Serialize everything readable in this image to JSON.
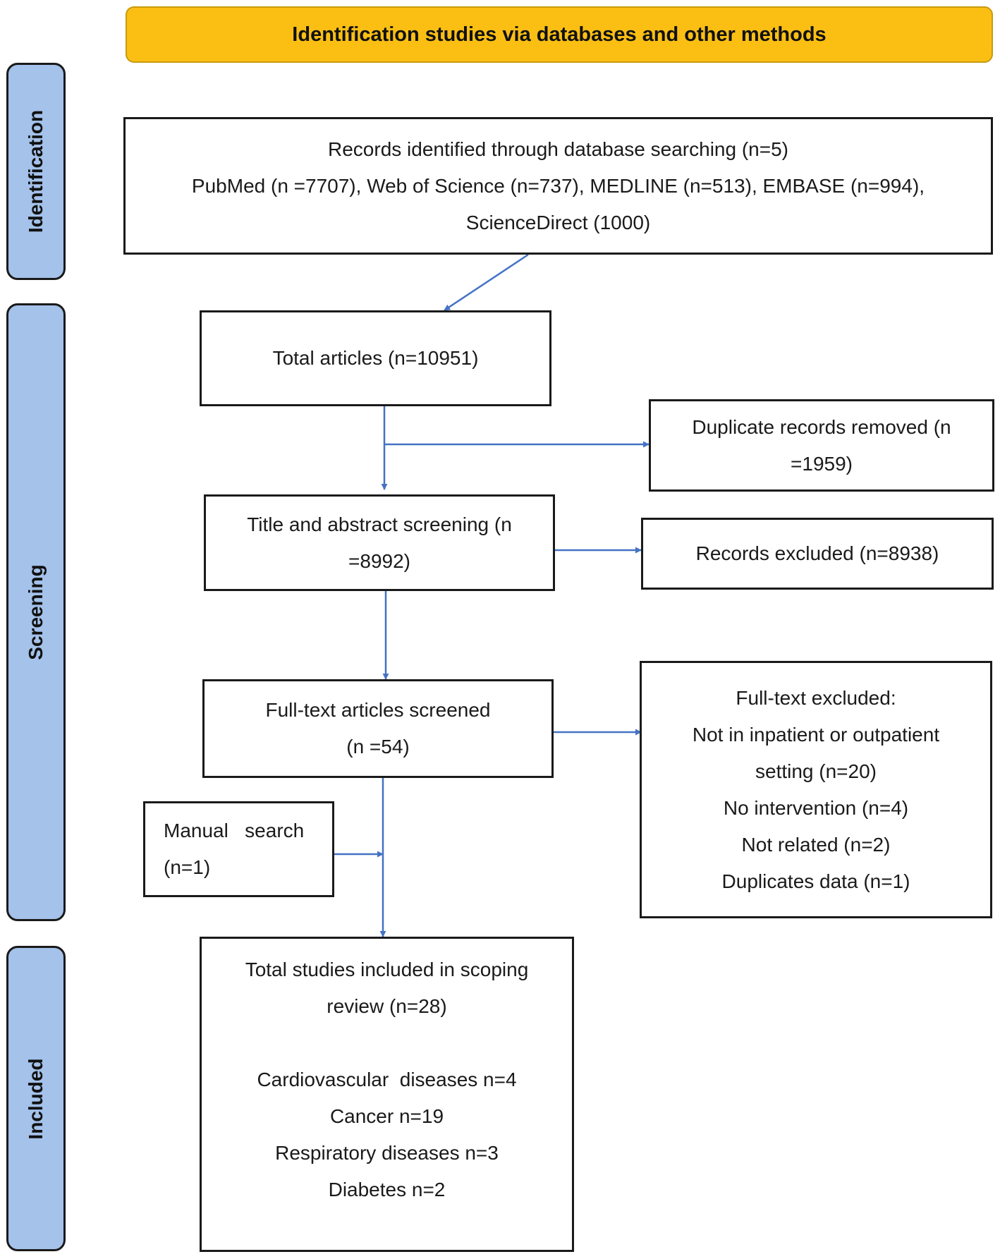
{
  "banner": {
    "title": "Identification studies via databases and other methods"
  },
  "phases": {
    "identification": "Identification",
    "screening": "Screening",
    "included": "Included"
  },
  "boxes": {
    "records_identified": {
      "line1": "Records identified through database searching (n=5)",
      "line2": "PubMed (n =7707), Web of Science (n=737), MEDLINE (n=513), EMBASE (n=994),",
      "line3": "ScienceDirect (1000)"
    },
    "total_articles": {
      "line1": "Total articles (n=10951)"
    },
    "duplicates_removed": {
      "line1": "Duplicate records removed (n",
      "line2": "=1959)"
    },
    "title_abstract": {
      "line1": "Title and abstract screening (n",
      "line2": "=8992)"
    },
    "records_excluded": {
      "line1": "Records excluded (n=8938)"
    },
    "full_text_screened": {
      "line1": "Full-text articles screened",
      "line2": "(n =54)"
    },
    "full_text_excluded": {
      "heading": "Full-text excluded:",
      "items": [
        "Not in inpatient or outpatient",
        "setting (n=20)",
        "No intervention (n=4)",
        "Not related (n=2)",
        "Duplicates data (n=1)"
      ]
    },
    "manual_search": {
      "line1": "Manual   search",
      "line2": "(n=1)"
    },
    "total_included": {
      "line1": "Total studies included in scoping",
      "line2": "review (n=28)",
      "items": [
        "Cardiovascular  diseases n=4",
        "Cancer n=19",
        "Respiratory diseases n=3",
        "Diabetes n=2"
      ]
    }
  },
  "colors": {
    "banner": "#FBBF14",
    "phase": "#A4C2EA",
    "arrow": "#4472C4"
  }
}
